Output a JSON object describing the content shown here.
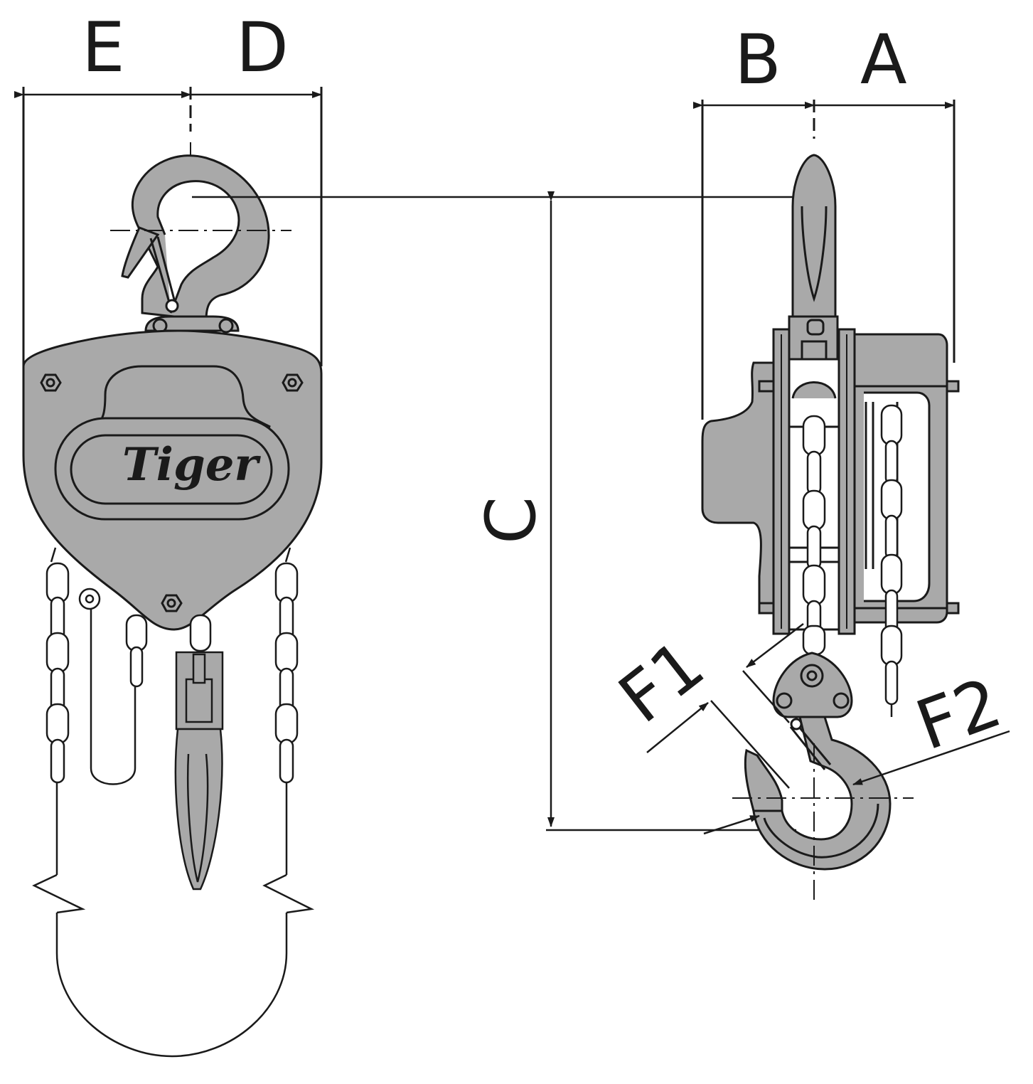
{
  "labels": {
    "E": "E",
    "D": "D",
    "B": "B",
    "A": "A",
    "C": "C",
    "F1": "F1",
    "F2": "F2"
  },
  "brand": "Tiger",
  "colors": {
    "body": "#a9a9a9",
    "line": "#1a1a1a",
    "background": "#ffffff"
  }
}
